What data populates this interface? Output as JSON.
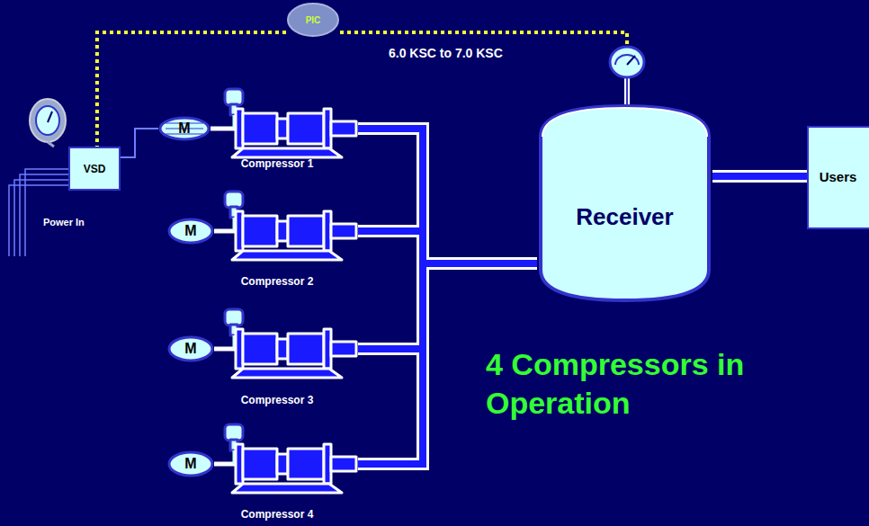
{
  "diagram": {
    "nodes": [
      {
        "text": [
          "PIC"
        ]
      },
      {
        "text": [
          "VSD"
        ]
      },
      {
        "text": [
          "M"
        ]
      },
      {
        "text": [
          "Compressor 1"
        ]
      },
      {
        "text": [
          "M"
        ]
      },
      {
        "text": [
          "Compressor 2"
        ]
      },
      {
        "text": [
          "M"
        ]
      },
      {
        "text": [
          "Compressor 3"
        ]
      },
      {
        "text": [
          "M"
        ]
      },
      {
        "text": [
          "Compressor 4"
        ]
      },
      {
        "text": [
          "Receiver"
        ]
      },
      {
        "text": [
          "Users"
        ]
      }
    ],
    "edges": [
      {
        "from": 0,
        "to": 1,
        "arrow": "none"
      },
      {
        "from": 1,
        "to": 2,
        "arrow": "none"
      },
      {
        "from": 2,
        "to": 3,
        "arrow": "none"
      },
      {
        "from": 4,
        "to": 5,
        "arrow": "none"
      },
      {
        "from": 6,
        "to": 7,
        "arrow": "none"
      },
      {
        "from": 8,
        "to": 9,
        "arrow": "none"
      },
      {
        "from": 3,
        "to": 10,
        "arrow": "none"
      },
      {
        "from": 5,
        "to": 10,
        "arrow": "none"
      },
      {
        "from": 7,
        "to": 10,
        "arrow": "none"
      },
      {
        "from": 9,
        "to": 10,
        "arrow": "none"
      },
      {
        "from": 10,
        "to": 11,
        "arrow": "none"
      }
    ],
    "labels": [
      "6.0 KSC to 7.0 KSC",
      "Power In",
      "4 Compressors in Operation"
    ]
  }
}
